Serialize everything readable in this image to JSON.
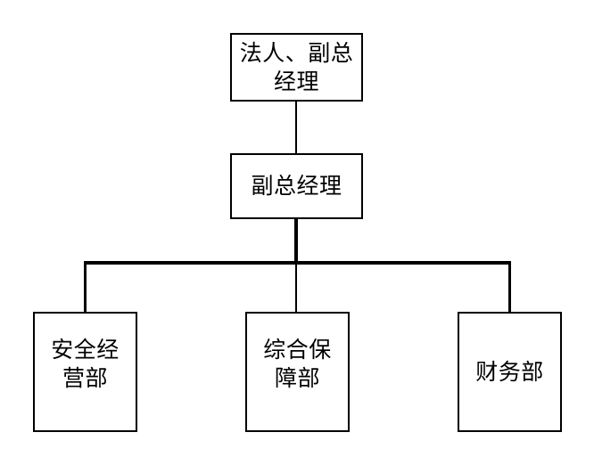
{
  "diagram": {
    "type": "organizational-chart",
    "background_color": "#ffffff",
    "line_color": "#000000",
    "text_color": "#000000",
    "nodes": {
      "ceo": {
        "label": "法人、副总\n经理",
        "label_lines": [
          "法人、副总",
          "经理"
        ]
      },
      "deputy": {
        "label": "副总经理",
        "label_lines": [
          "副总经理"
        ]
      },
      "departments": [
        {
          "label": "安全经\n营部",
          "label_lines": [
            "安全经",
            "营部"
          ]
        },
        {
          "label": "综合保\n障部",
          "label_lines": [
            "综合保",
            "障部"
          ]
        },
        {
          "label": "财务部",
          "label_lines": [
            "财务部"
          ]
        }
      ]
    }
  }
}
